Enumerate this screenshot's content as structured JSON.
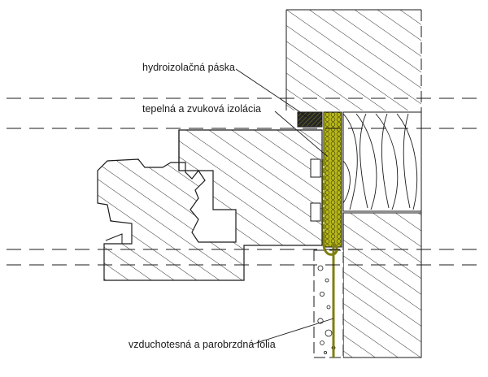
{
  "diagram": {
    "labels": {
      "hydro_tape": "hydroizolačná páska",
      "thermal_insulation": "tepelná a zvuková izolácia",
      "vapor_foil": "vzduchotesná a parobrzdná fólia"
    },
    "colors": {
      "line": "#1a1a1a",
      "foam": "#b7b71a",
      "foil": "#7f7f10",
      "tape": "#262626",
      "background": "#ffffff"
    }
  }
}
